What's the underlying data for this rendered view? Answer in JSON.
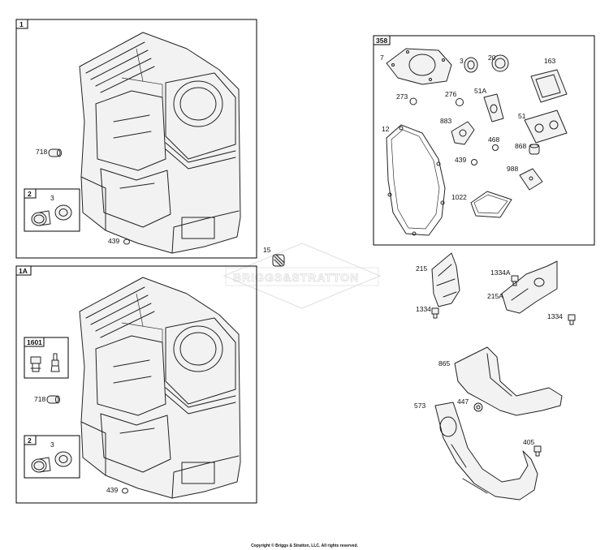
{
  "frames": {
    "f1": "1",
    "f1a": "1A",
    "f358": "358",
    "sub2a": "2",
    "sub2b": "2",
    "sub1601": "1601"
  },
  "callouts": {
    "c718a": "718",
    "c3a": "3",
    "c439a": "439",
    "c15": "15",
    "c718b": "718",
    "c3b": "3",
    "c439b": "439",
    "c7": "7",
    "c3c": "3",
    "c20": "20",
    "c163": "163",
    "c273": "273",
    "c276": "276",
    "c51a": "51A",
    "c51": "51",
    "c12": "12",
    "c883": "883",
    "c468": "468",
    "c868": "868",
    "c439c": "439",
    "c988": "988",
    "c1022": "1022",
    "c215": "215",
    "c1334a": "1334A",
    "c215a": "215A",
    "c1334b": "1334",
    "c1334c": "1334",
    "c865": "865",
    "c573": "573",
    "c447": "447",
    "c405": "405"
  },
  "watermark": "BRIGGS&STRATTON",
  "copyright": "Copyright © Briggs & Stratton, LLC. All rights reserved.",
  "colors": {
    "line": "#222222",
    "watermark": "#dcdcdc",
    "background": "#ffffff"
  }
}
